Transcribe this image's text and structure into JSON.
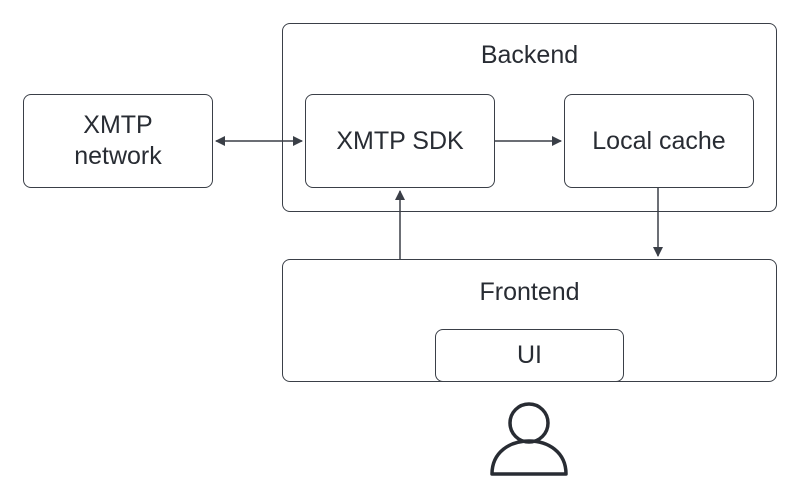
{
  "nodes": {
    "xmtp_network": "XMTP\nnetwork",
    "backend": "Backend",
    "xmtp_sdk": "XMTP SDK",
    "local_cache": "Local cache",
    "frontend": "Frontend",
    "ui": "UI"
  },
  "icons": {
    "user": "user-icon"
  },
  "colors": {
    "stroke": "#3a3f47",
    "text": "#282c33",
    "background": "#ffffff"
  }
}
